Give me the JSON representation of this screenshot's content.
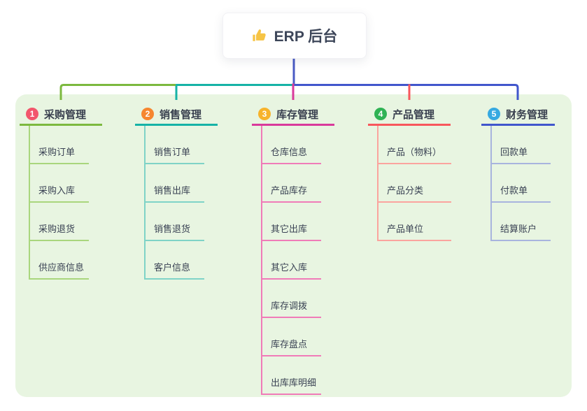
{
  "root": {
    "label": "ERP 后台",
    "icon": "thumbs-up-icon",
    "icon_color": "#F6C445"
  },
  "panel": {
    "background": "#E8F5E1"
  },
  "connector": {
    "trunk_color": "#4A5BC4"
  },
  "branches": [
    {
      "badge": "1",
      "label": "采购管理",
      "color": "#7CB93F",
      "light_color": "#A9D67D",
      "badge_color": "#F2566C",
      "items": [
        "采购订单",
        "采购入库",
        "采购退货",
        "供应商信息"
      ]
    },
    {
      "badge": "2",
      "label": "销售管理",
      "color": "#16B3A6",
      "light_color": "#7FD3C7",
      "badge_color": "#F6862F",
      "items": [
        "销售订单",
        "销售出库",
        "销售退货",
        "客户信息"
      ]
    },
    {
      "badge": "3",
      "label": "库存管理",
      "color": "#D93A9B",
      "light_color": "#F07BB8",
      "badge_color": "#F7B32B",
      "items": [
        "仓库信息",
        "产品库存",
        "其它出库",
        "其它入库",
        "库存调拨",
        "库存盘点",
        "出库库明细"
      ]
    },
    {
      "badge": "4",
      "label": "产品管理",
      "color": "#F8575C",
      "light_color": "#FBA49E",
      "badge_color": "#2FB254",
      "items": [
        "产品（物料）",
        "产品分类",
        "产品单位"
      ]
    },
    {
      "badge": "5",
      "label": "财务管理",
      "color": "#4156CC",
      "light_color": "#A8B4DE",
      "badge_color": "#36A9E1",
      "items": [
        "回款单",
        "付款单",
        "结算账户"
      ]
    }
  ]
}
